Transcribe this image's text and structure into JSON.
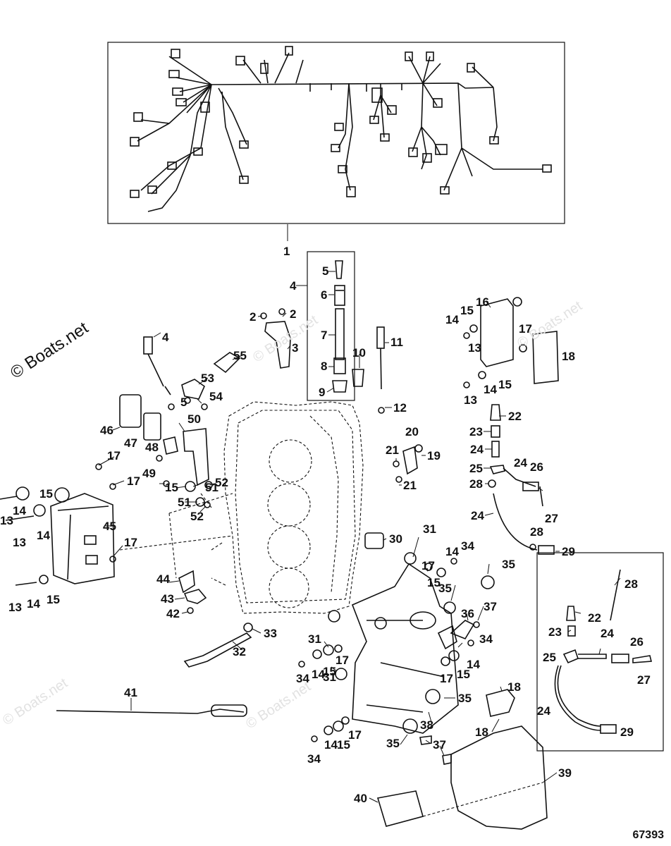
{
  "watermark": "© Boats.net",
  "figure_number": "67393",
  "callouts": [
    {
      "id": "c1",
      "text": "1"
    },
    {
      "id": "c4a",
      "text": "4"
    },
    {
      "id": "c5a",
      "text": "5"
    },
    {
      "id": "c6",
      "text": "6"
    },
    {
      "id": "c7",
      "text": "7"
    },
    {
      "id": "c8",
      "text": "8"
    },
    {
      "id": "c9",
      "text": "9"
    },
    {
      "id": "c10",
      "text": "10"
    },
    {
      "id": "c11",
      "text": "11"
    },
    {
      "id": "c12",
      "text": "12"
    },
    {
      "id": "c2a",
      "text": "2"
    },
    {
      "id": "c2b",
      "text": "2"
    },
    {
      "id": "c3",
      "text": "3"
    },
    {
      "id": "c4b",
      "text": "4"
    },
    {
      "id": "c55",
      "text": "55"
    },
    {
      "id": "c53",
      "text": "53"
    },
    {
      "id": "c5b",
      "text": "5"
    },
    {
      "id": "c54",
      "text": "54"
    },
    {
      "id": "c16",
      "text": "16"
    },
    {
      "id": "c15a",
      "text": "15"
    },
    {
      "id": "c14a",
      "text": "14"
    },
    {
      "id": "c17a",
      "text": "17"
    },
    {
      "id": "c13a",
      "text": "13"
    },
    {
      "id": "c18a",
      "text": "18"
    },
    {
      "id": "c14b",
      "text": "14"
    },
    {
      "id": "c15b",
      "text": "15"
    },
    {
      "id": "c13b",
      "text": "13"
    },
    {
      "id": "c22a",
      "text": "22"
    },
    {
      "id": "c23a",
      "text": "23"
    },
    {
      "id": "c24a",
      "text": "24"
    },
    {
      "id": "c25a",
      "text": "25"
    },
    {
      "id": "c24b",
      "text": "24"
    },
    {
      "id": "c26a",
      "text": "26"
    },
    {
      "id": "c28a",
      "text": "28"
    },
    {
      "id": "c27a",
      "text": "27"
    },
    {
      "id": "c24c",
      "text": "24"
    },
    {
      "id": "c28b",
      "text": "28"
    },
    {
      "id": "c29a",
      "text": "29"
    },
    {
      "id": "c20",
      "text": "20"
    },
    {
      "id": "c19",
      "text": "19"
    },
    {
      "id": "c21a",
      "text": "21"
    },
    {
      "id": "c21b",
      "text": "21"
    },
    {
      "id": "c46",
      "text": "46"
    },
    {
      "id": "c47",
      "text": "47"
    },
    {
      "id": "c48",
      "text": "48"
    },
    {
      "id": "c50",
      "text": "50"
    },
    {
      "id": "c17b",
      "text": "17"
    },
    {
      "id": "c17c",
      "text": "17"
    },
    {
      "id": "c49",
      "text": "49"
    },
    {
      "id": "c15c",
      "text": "15"
    },
    {
      "id": "c51a",
      "text": "51"
    },
    {
      "id": "c52a",
      "text": "52"
    },
    {
      "id": "c51b",
      "text": "51"
    },
    {
      "id": "c52b",
      "text": "52"
    },
    {
      "id": "c15d",
      "text": "15"
    },
    {
      "id": "c14c",
      "text": "14"
    },
    {
      "id": "c13c",
      "text": "13"
    },
    {
      "id": "c13d",
      "text": "13"
    },
    {
      "id": "c14d",
      "text": "14"
    },
    {
      "id": "c45",
      "text": "45"
    },
    {
      "id": "c17d",
      "text": "17"
    },
    {
      "id": "c13e",
      "text": "13"
    },
    {
      "id": "c14e",
      "text": "14"
    },
    {
      "id": "c15e",
      "text": "15"
    },
    {
      "id": "c44",
      "text": "44"
    },
    {
      "id": "c43",
      "text": "43"
    },
    {
      "id": "c42",
      "text": "42"
    },
    {
      "id": "c30",
      "text": "30"
    },
    {
      "id": "c31a",
      "text": "31"
    },
    {
      "id": "c17e",
      "text": "17"
    },
    {
      "id": "c15f",
      "text": "15"
    },
    {
      "id": "c35a",
      "text": "35"
    },
    {
      "id": "c14f",
      "text": "14"
    },
    {
      "id": "c34a",
      "text": "34"
    },
    {
      "id": "c35b",
      "text": "35"
    },
    {
      "id": "c36",
      "text": "36"
    },
    {
      "id": "c37a",
      "text": "37"
    },
    {
      "id": "c33",
      "text": "33"
    },
    {
      "id": "c32",
      "text": "32"
    },
    {
      "id": "c31b",
      "text": "31"
    },
    {
      "id": "c34b",
      "text": "34"
    },
    {
      "id": "c14g",
      "text": "14"
    },
    {
      "id": "c15g",
      "text": "15"
    },
    {
      "id": "c17f",
      "text": "17"
    },
    {
      "id": "c31c",
      "text": "31"
    },
    {
      "id": "c34c",
      "text": "34"
    },
    {
      "id": "c14h",
      "text": "14"
    },
    {
      "id": "c17g",
      "text": "17"
    },
    {
      "id": "c15h",
      "text": "15"
    },
    {
      "id": "c41",
      "text": "41"
    },
    {
      "id": "c35c",
      "text": "35"
    },
    {
      "id": "c38",
      "text": "38"
    },
    {
      "id": "c18b",
      "text": "18"
    },
    {
      "id": "c18c",
      "text": "18"
    },
    {
      "id": "c35d",
      "text": "35"
    },
    {
      "id": "c37b",
      "text": "37"
    },
    {
      "id": "c34d",
      "text": "34"
    },
    {
      "id": "c14i",
      "text": "14"
    },
    {
      "id": "c15i",
      "text": "15"
    },
    {
      "id": "c17h",
      "text": "17"
    },
    {
      "id": "c39",
      "text": "39"
    },
    {
      "id": "c40",
      "text": "40"
    },
    {
      "id": "c28c",
      "text": "28"
    },
    {
      "id": "c22b",
      "text": "22"
    },
    {
      "id": "c23b",
      "text": "23"
    },
    {
      "id": "c24d",
      "text": "24"
    },
    {
      "id": "c26b",
      "text": "26"
    },
    {
      "id": "c25b",
      "text": "25"
    },
    {
      "id": "c27b",
      "text": "27"
    },
    {
      "id": "c24e",
      "text": "24"
    },
    {
      "id": "c29b",
      "text": "29"
    }
  ]
}
